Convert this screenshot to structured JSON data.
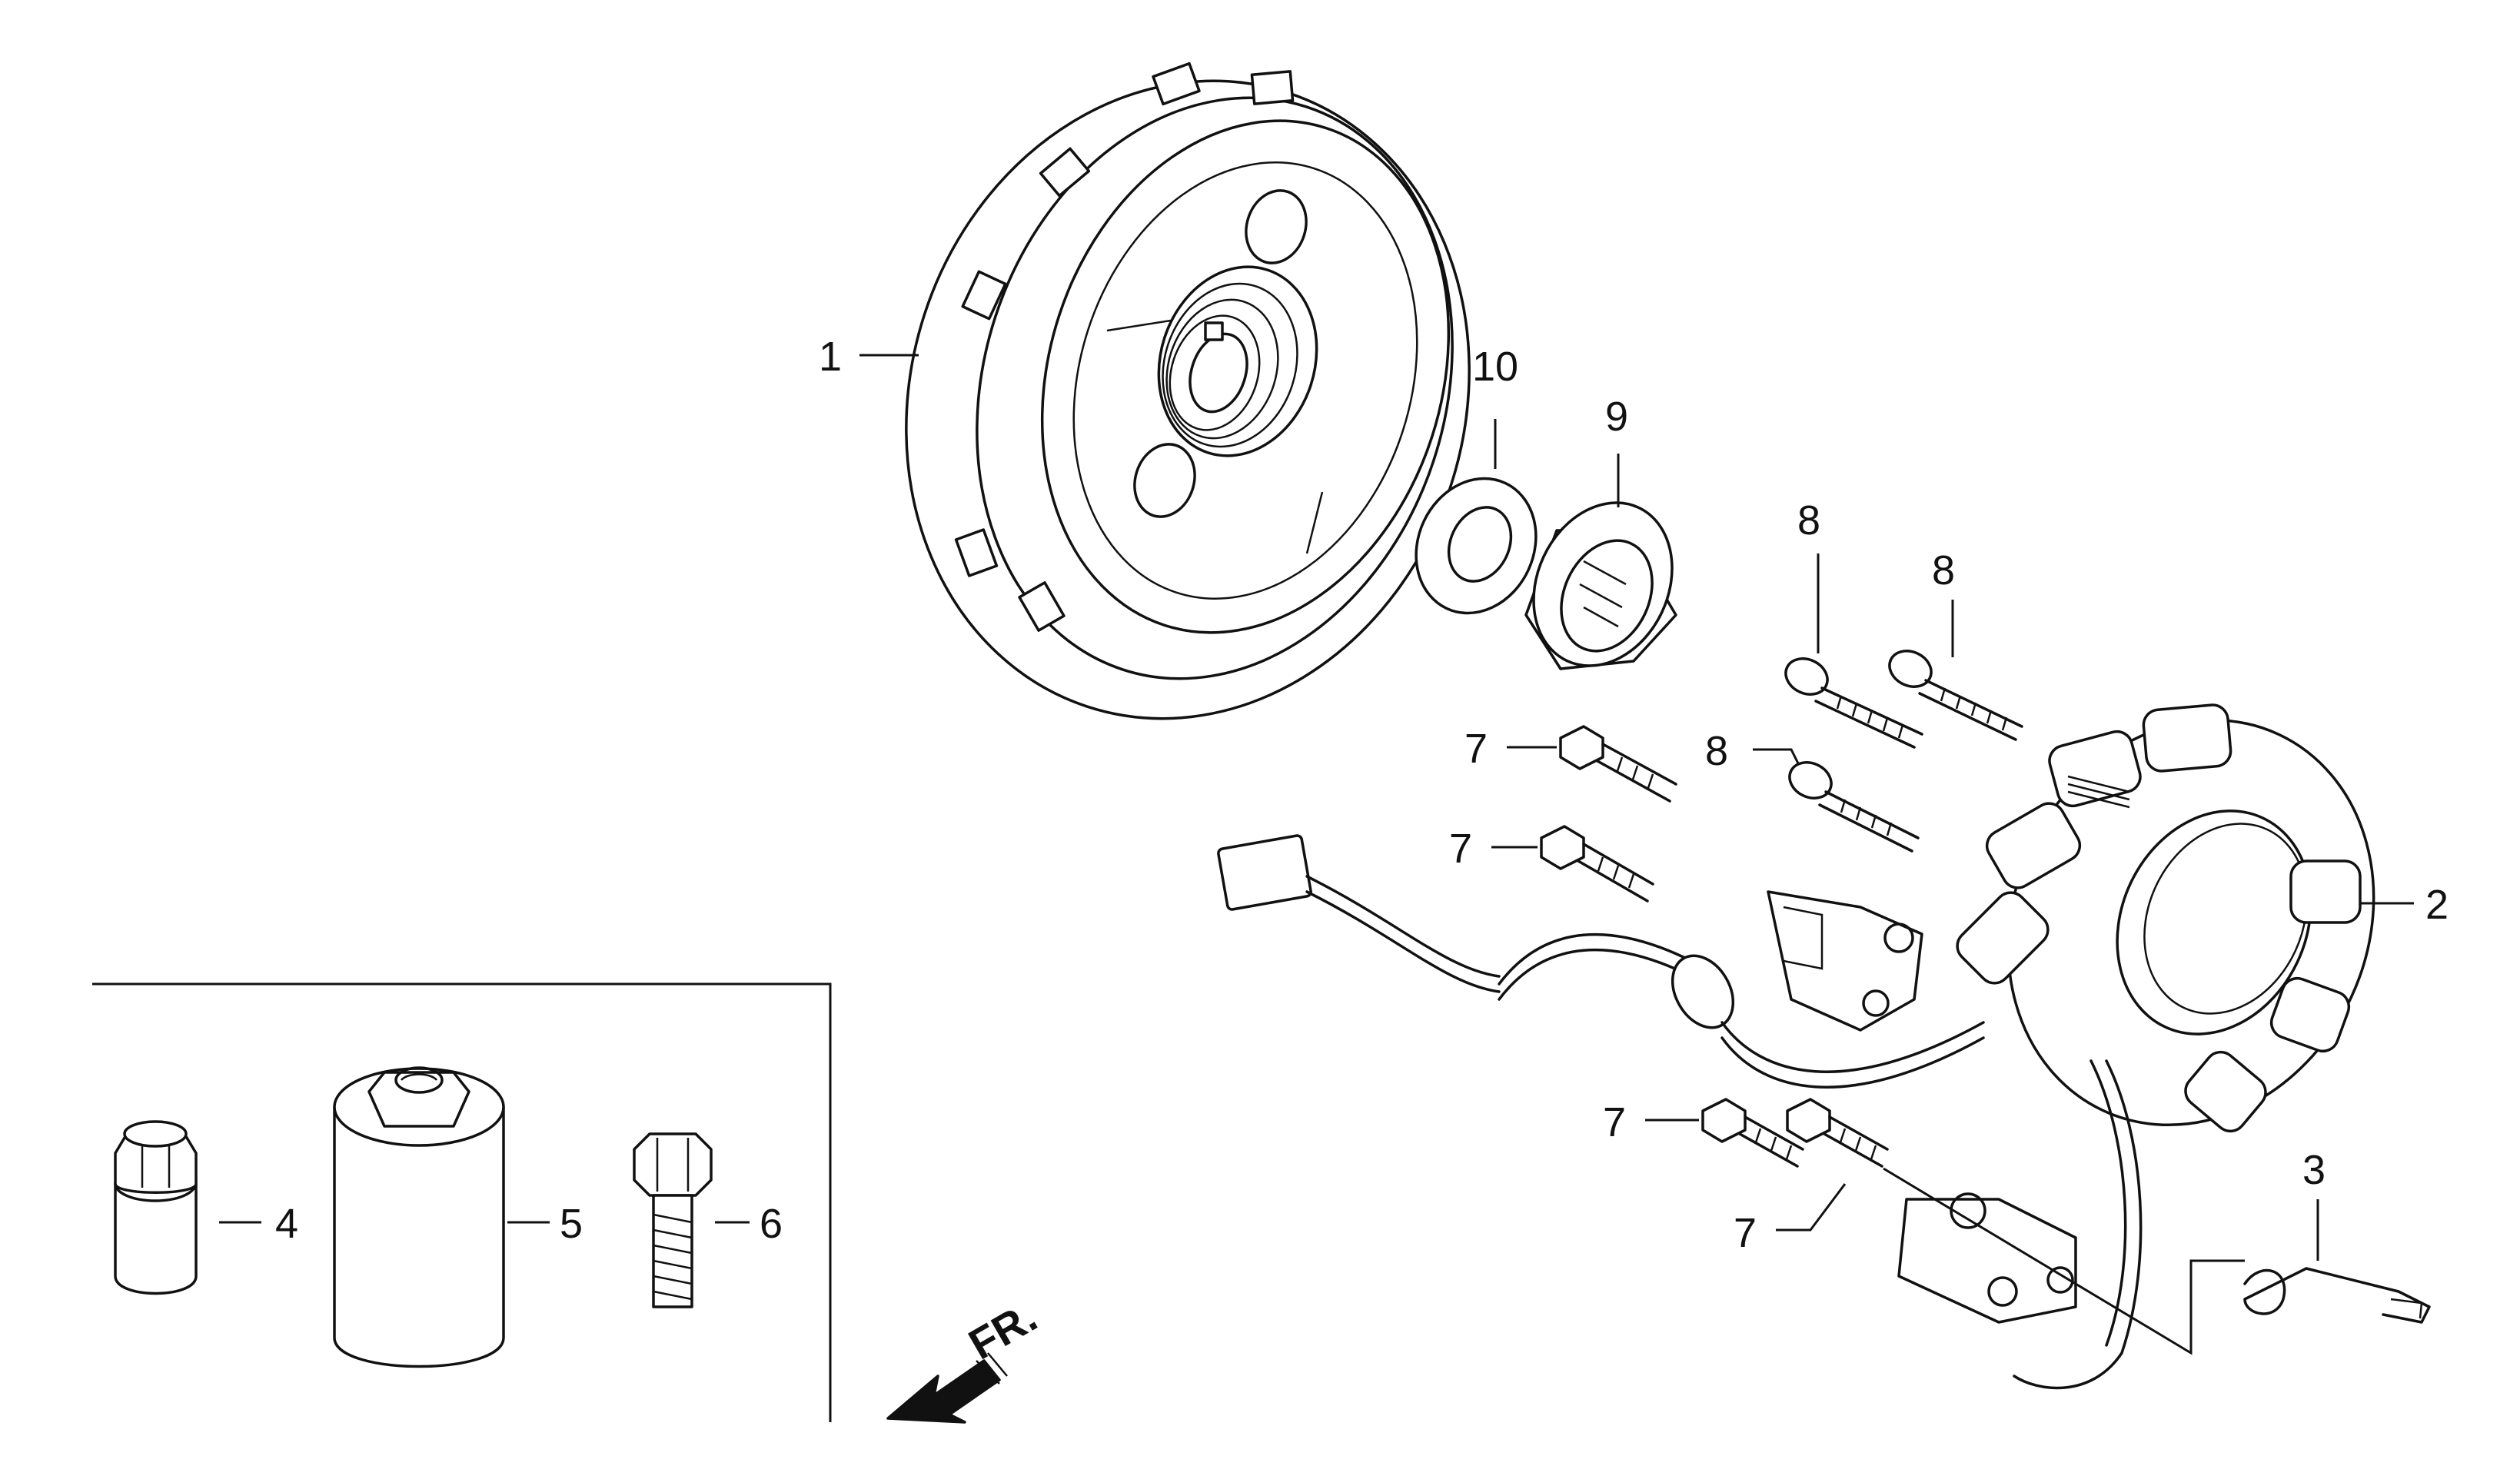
{
  "diagram": {
    "callouts": {
      "c1": "1",
      "c2": "2",
      "c3": "3",
      "c4": "4",
      "c5": "5",
      "c6": "6",
      "c7a": "7",
      "c7b": "7",
      "c7c": "7",
      "c7d": "7",
      "c8a": "8",
      "c8b": "8",
      "c8c": "8",
      "c9": "9",
      "c10": "10"
    },
    "front_arrow_label": "FR."
  }
}
